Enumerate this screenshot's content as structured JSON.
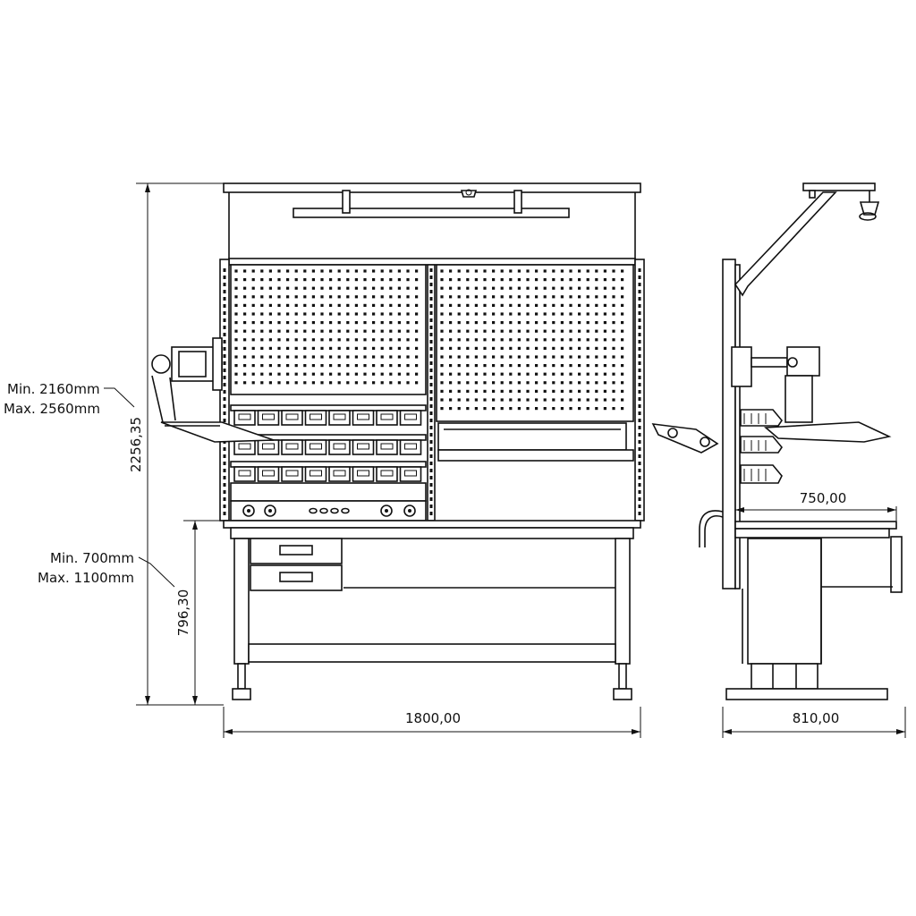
{
  "dimensions": {
    "height_range": {
      "min": "Min. 2160mm",
      "max": "Max. 2560mm"
    },
    "total_height": "2256,35",
    "table_range": {
      "min": "Min. 700mm",
      "max": "Max. 1100mm"
    },
    "table_height": "796,30",
    "width": "1800,00",
    "depth_top": "750,00",
    "depth_base": "810,00"
  },
  "colors": {
    "line": "#111111",
    "background": "#ffffff"
  }
}
